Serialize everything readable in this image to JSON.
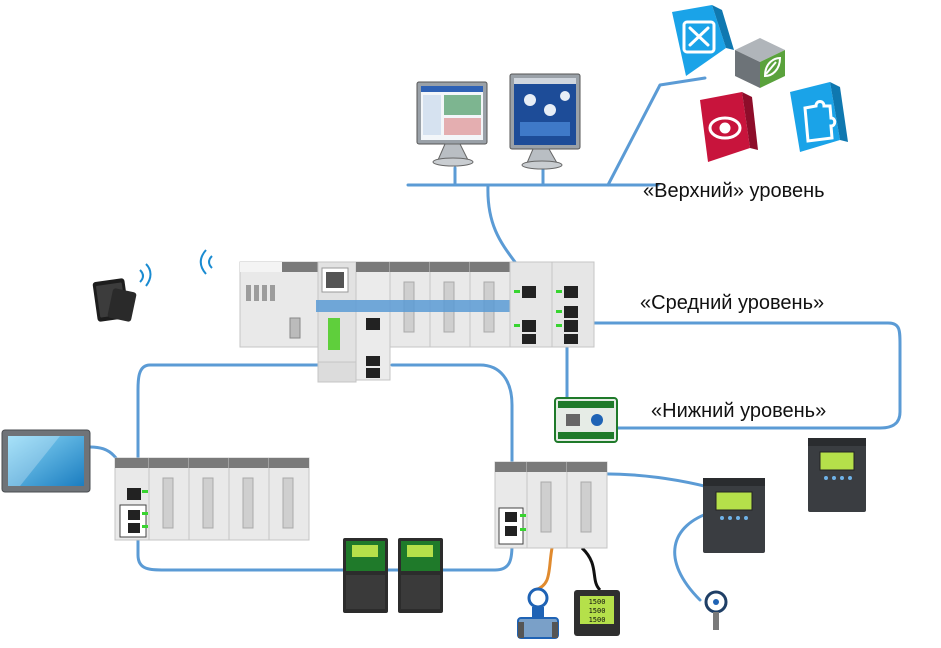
{
  "labels": {
    "upper": "«Верхний» уровень",
    "middle": "«Средний уровень»",
    "lower": "«Нижний уровень»"
  },
  "meter_readout": [
    "1500",
    "1500",
    "1500"
  ],
  "colors": {
    "network_line": "#5b9bd5",
    "signal_orange": "#e08a2e",
    "cloud_blue": "#1aa3e8",
    "cloud_red": "#c8143c",
    "cloud_green": "#5aa23c",
    "cloud_gray": "#808a8f",
    "status_led": "#38d430",
    "module_body": "#e9e9e9",
    "module_top": "#7a7a7a",
    "drive_green": "#1f7a2a",
    "panel_dark": "#3a3d41",
    "lcd_green": "#b5e04a"
  },
  "icons": [
    "tools-icon",
    "leaf-icon",
    "eye-icon",
    "puzzle-icon",
    "wifi-icon",
    "monitor-icon",
    "tablet-icon"
  ]
}
